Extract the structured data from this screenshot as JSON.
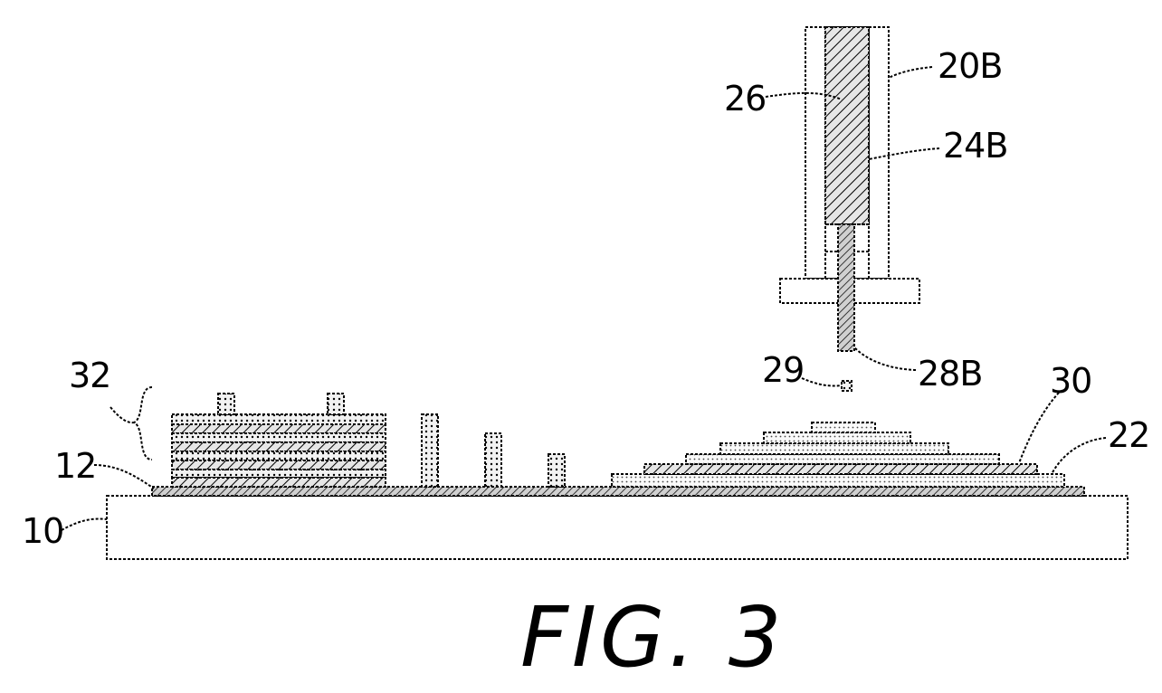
{
  "labels": {
    "substrate": "10",
    "film": "12",
    "nozzle_body": "20B",
    "deposit_right": "22",
    "nozzle_core": "24B",
    "material": "26",
    "droplet": "29",
    "nozzle_tip": "28B",
    "pyramid": "30",
    "stack_group": "32"
  },
  "caption": "FIG. 3"
}
